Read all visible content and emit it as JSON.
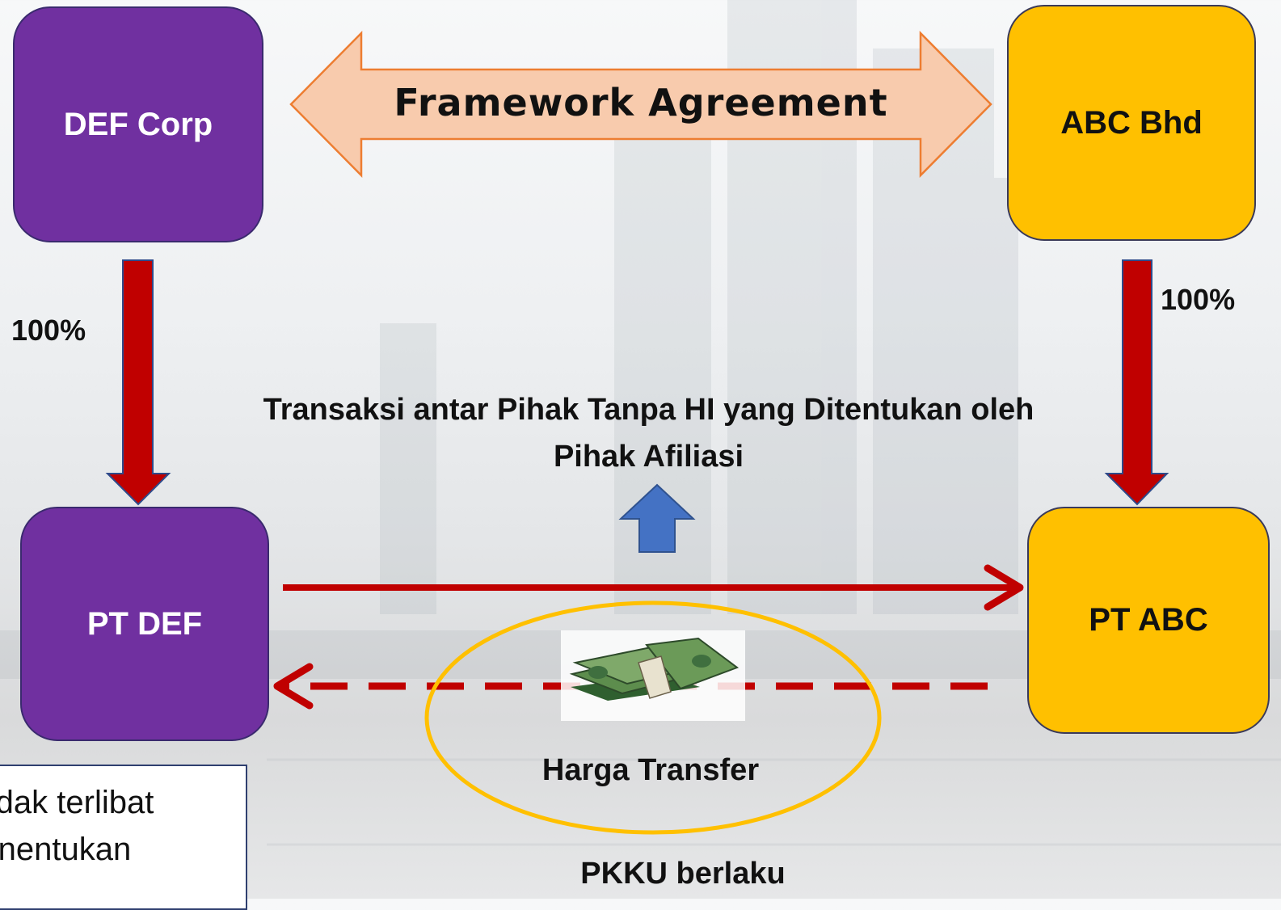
{
  "entities": {
    "def_corp": "DEF Corp",
    "abc_bhd": "ABC Bhd",
    "pt_def": "PT DEF",
    "pt_abc": "PT ABC"
  },
  "agreement": "Framework Agreement",
  "ownership": {
    "left": "100%",
    "right": "100%"
  },
  "transaction_label": "Transaksi antar Pihak Tanpa HI yang Ditentukan oleh Pihak Afiliasi",
  "transfer_label": "Harga Transfer",
  "pkku_label": "PKKU berlaku",
  "note": "PT ABC tidak terlibat dalam menentukan",
  "colors": {
    "purple": "#7030a0",
    "yellow": "#ffc000",
    "arrow_red": "#c00000",
    "agreement_fill": "#f8cbad",
    "agreement_stroke": "#ed7d31",
    "up_arrow": "#4472c4",
    "ellipse": "#ffc000"
  }
}
